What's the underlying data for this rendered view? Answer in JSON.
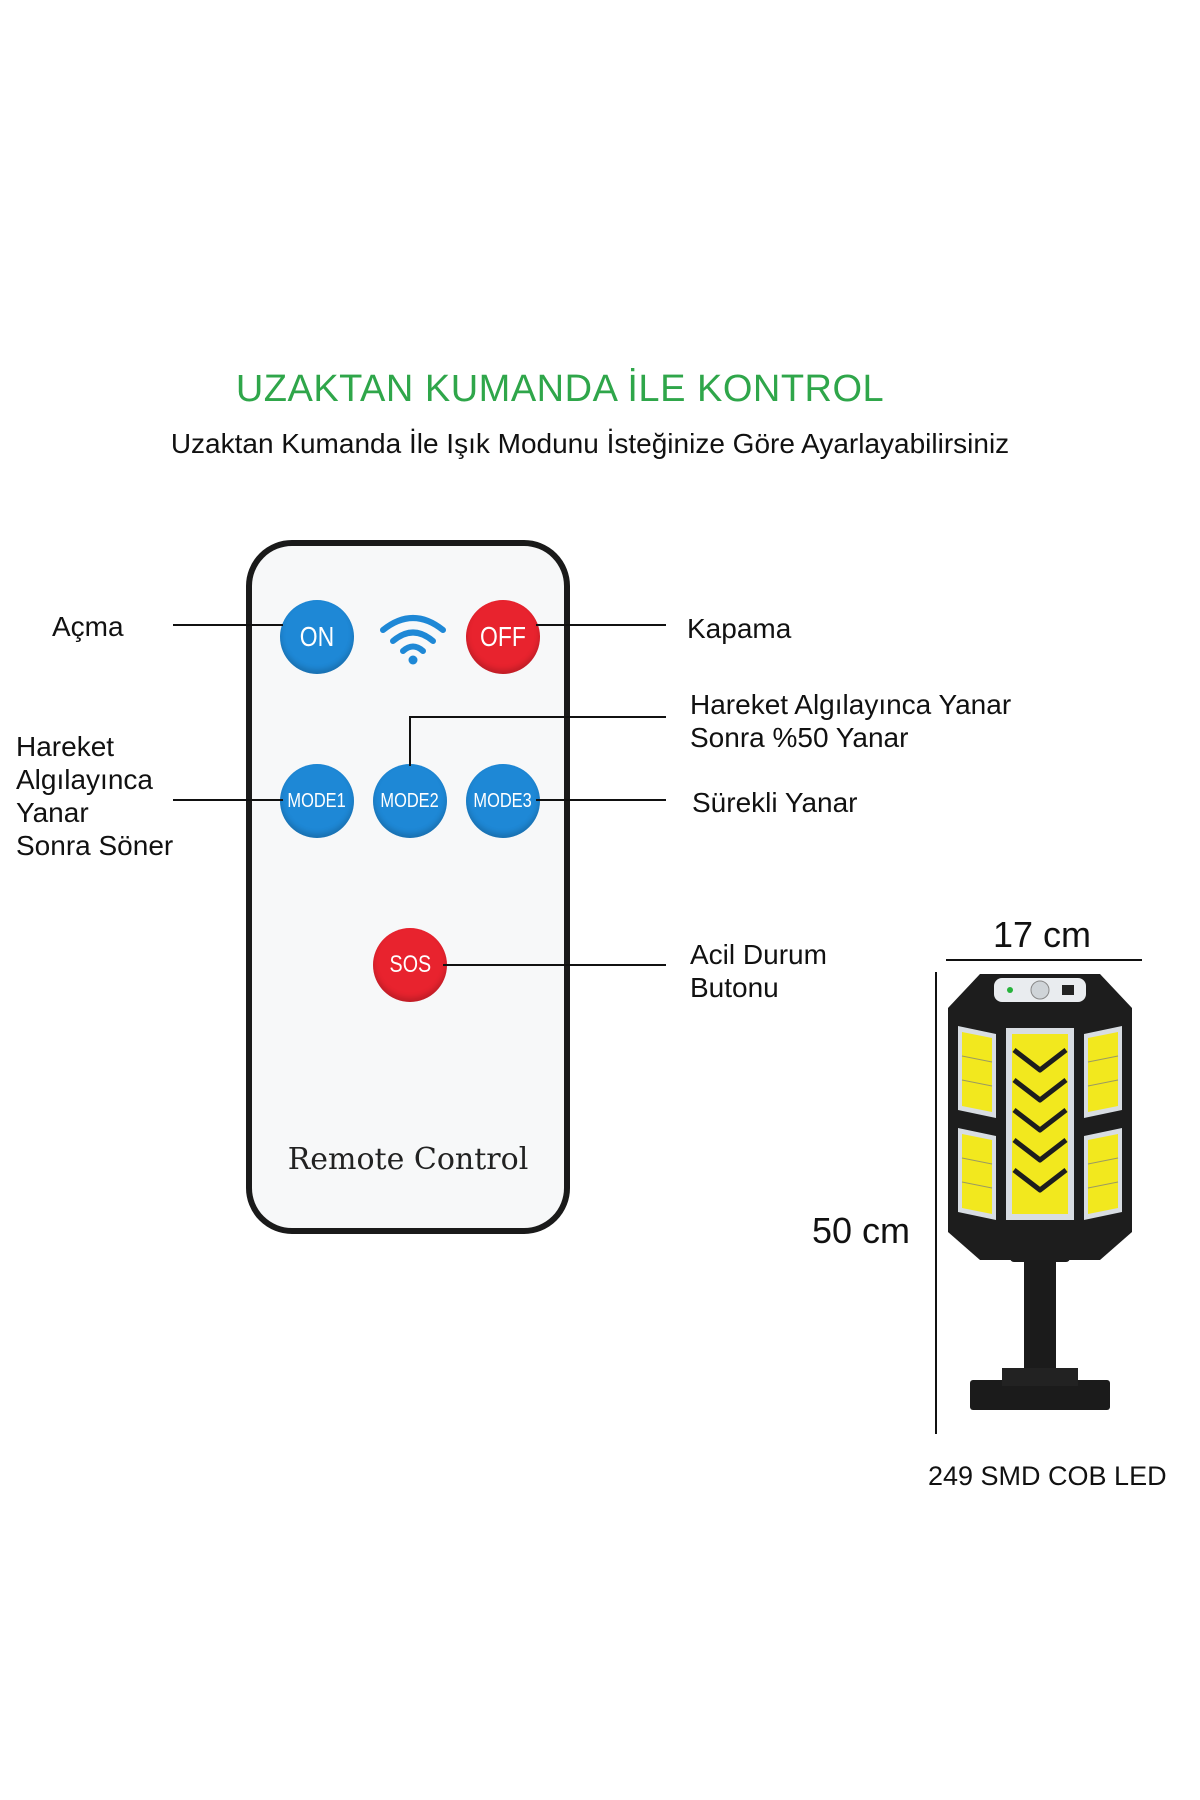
{
  "header": {
    "title": "UZAKTAN KUMANDA İLE KONTROL",
    "subtitle": "Uzaktan Kumanda İle Işık Modunu İsteğinize Göre Ayarlayabilirsiniz"
  },
  "remote": {
    "buttons": {
      "on": "ON",
      "off": "OFF",
      "mode1": "MODE1",
      "mode2": "MODE2",
      "mode3": "MODE3",
      "sos": "SOS"
    },
    "caption": "Remote Control",
    "signal_icon": "wifi-icon"
  },
  "callouts": {
    "acma": "Açma",
    "kapama": "Kapama",
    "mode1_line1": "Hareket",
    "mode1_line2": "Algılayınca",
    "mode1_line3": "Yanar",
    "mode1_line4": "Sonra Söner",
    "mode2_line1": "Hareket Algılayınca Yanar",
    "mode2_line2": "Sonra %50 Yanar",
    "mode3": "Sürekli Yanar",
    "sos_line1": "Acil Durum",
    "sos_line2": "Butonu"
  },
  "lamp": {
    "width_label": "17 cm",
    "height_label": "50 cm",
    "caption": "249 SMD COB LED"
  },
  "colors": {
    "title_green": "#2fa64a",
    "button_blue": "#1e88d6",
    "button_red": "#e8232e",
    "led_yellow": "#f2e81e"
  }
}
